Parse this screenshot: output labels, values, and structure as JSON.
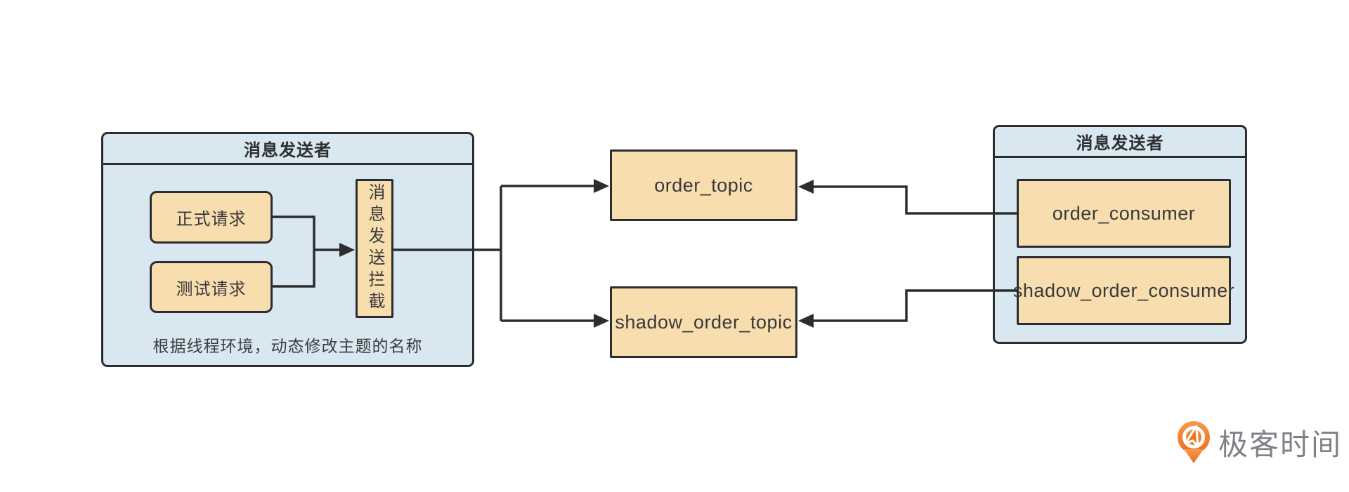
{
  "diagram": {
    "sender": {
      "title": "消息发送者",
      "formal_request": "正式请求",
      "test_request": "测试请求",
      "interceptor": "消息发送拦截",
      "caption": "根据线程环境，动态修改主题的名称"
    },
    "topics": {
      "order": "order_topic",
      "shadow": "shadow_order_topic"
    },
    "consumer": {
      "title": "消息发送者",
      "order": "order_consumer",
      "shadow": "shadow_order_consumer"
    }
  },
  "logo": {
    "text": "极客时间",
    "icon": "geektime-pin-icon"
  },
  "colors": {
    "container_fill": "#d9e7f0",
    "box_fill": "#f8deae",
    "line": "#2b2d2e",
    "text": "#38393b",
    "logo_orange": "#ef7522",
    "logo_text": "#7f8287"
  }
}
